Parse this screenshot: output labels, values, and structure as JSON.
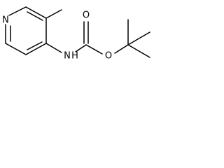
{
  "molecule": {
    "atoms": {
      "ring_nitrogen": "N",
      "amide_nitrogen": "N",
      "amide_hydrogen": "H",
      "carbonyl_oxygen": "O",
      "ester_oxygen": "O"
    }
  }
}
